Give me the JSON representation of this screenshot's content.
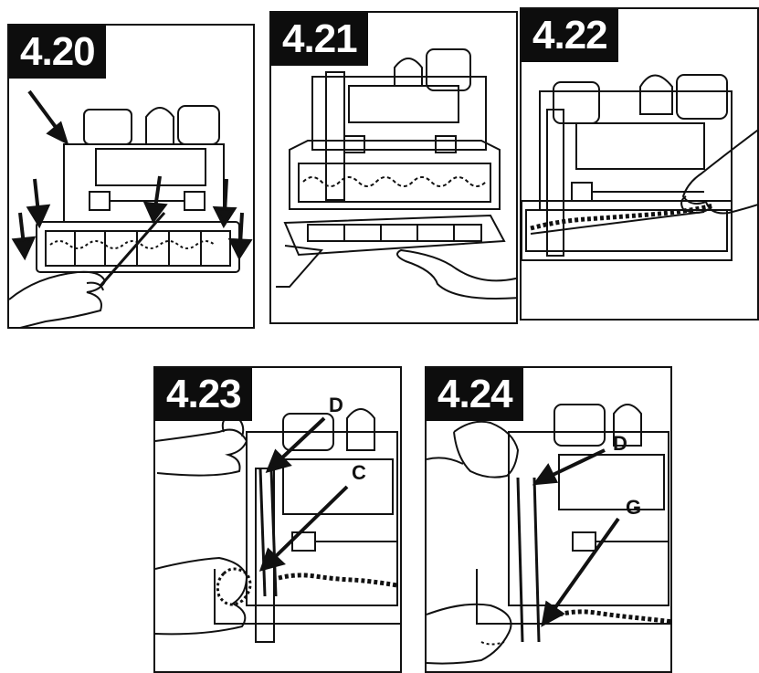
{
  "figures": [
    {
      "id": "4.20",
      "label": "4.20"
    },
    {
      "id": "4.21",
      "label": "4.21"
    },
    {
      "id": "4.22",
      "label": "4.22"
    },
    {
      "id": "4.23",
      "label": "4.23",
      "callouts": [
        "D",
        "C"
      ]
    },
    {
      "id": "4.24",
      "label": "4.24",
      "callouts": [
        "D",
        "G"
      ]
    }
  ],
  "colors": {
    "ink": "#111111",
    "badge_bg": "#0d0d0d",
    "badge_text": "#ffffff",
    "paper": "#ffffff"
  }
}
